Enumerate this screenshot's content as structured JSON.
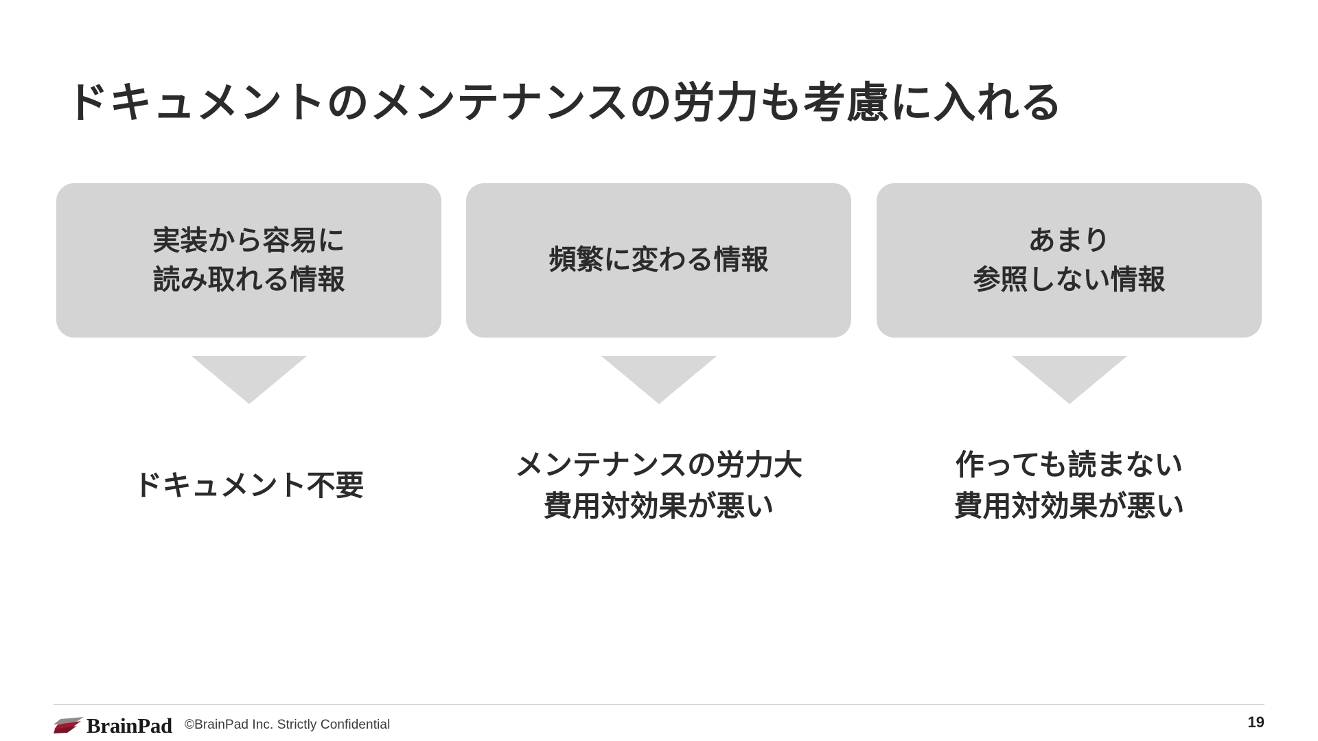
{
  "slide": {
    "title": "ドキュメントのメンテナンスの労力も考慮に入れる",
    "page_number": "19",
    "colors": {
      "card_background": "#d4d4d4",
      "arrow": "#d8d8d8",
      "text": "#2b2b2b",
      "rule": "#c9c9c9",
      "logo_dark_red": "#9b1b30",
      "logo_gray": "#8c8c8c",
      "background": "#ffffff"
    }
  },
  "columns": [
    {
      "card_label": "実装から容易に\n読み取れる情報",
      "outcome": "ドキュメント不要",
      "outcome_lines": 1
    },
    {
      "card_label": "頻繁に変わる情報",
      "outcome": "メンテナンスの労力大\n費用対効果が悪い",
      "outcome_lines": 2
    },
    {
      "card_label": "あまり\n参照しない情報",
      "outcome": "作っても読まない\n費用対効果が悪い",
      "outcome_lines": 2
    }
  ],
  "footer": {
    "logo_text": "BrainPad",
    "confidential": "©BrainPad Inc.  Strictly Confidential",
    "logo_mark_name": "brainpad-arrow-logo"
  }
}
